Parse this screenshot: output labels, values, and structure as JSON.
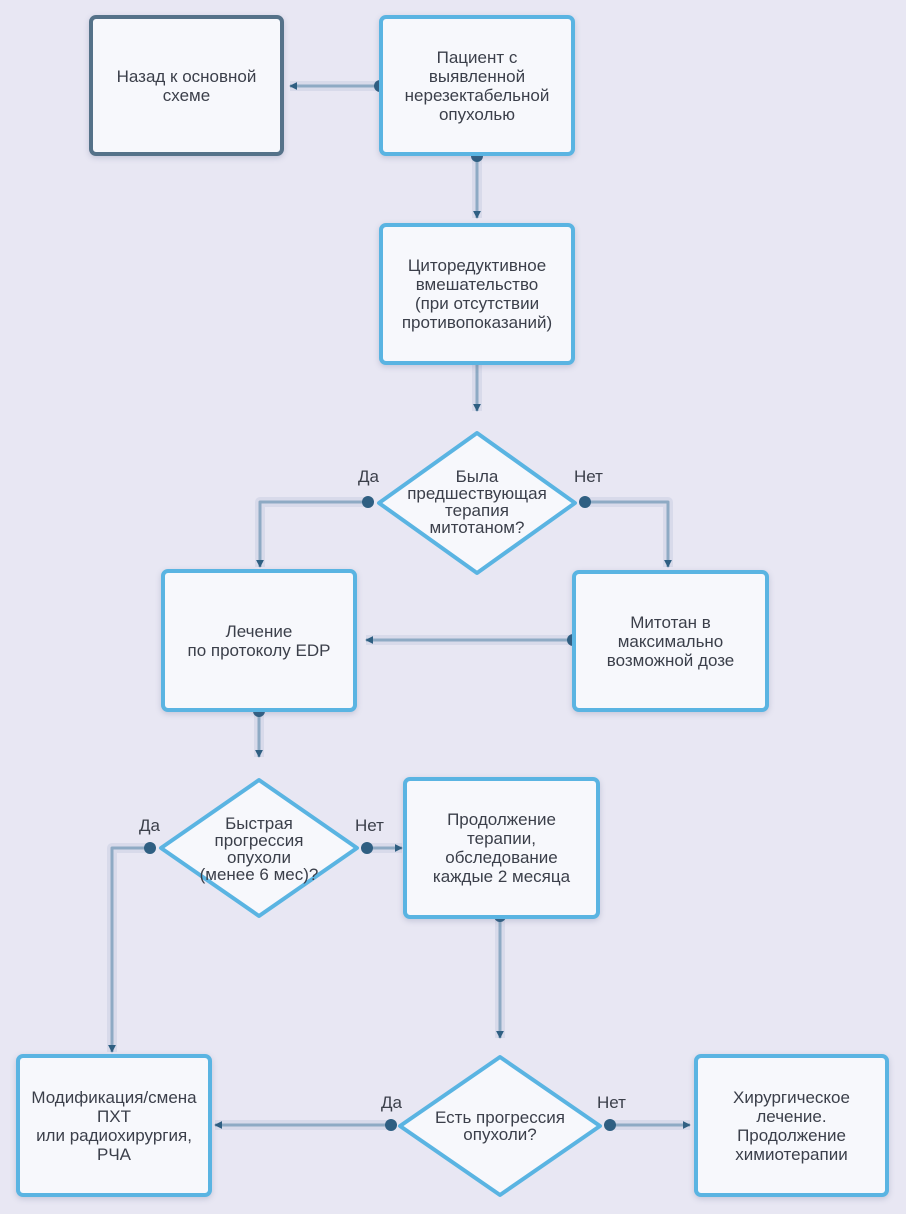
{
  "nodes": {
    "back": "Назад к основной\nсхеме",
    "patient": "Пациент с выявленной\nнерезектабельной\nопухолью",
    "cytoreductive": "Циторедуктивное\nвмешательство\n(при отсутствии\nпротивопоказаний)",
    "prior_therapy": "Была\nпредшествующая\nтерапия\nмитотаном?",
    "edp": "Лечение\nпо протоколу EDP",
    "mitotane": "Митотан в\nмаксимально\nвозможной дозе",
    "rapid_progression": "Быстрая\nпрогрессия\nопухоли\n(менее 6 мес)?",
    "continue": "Продолжение терапии,\nобследование\nкаждые 2 месяца",
    "progression": "Есть прогрессия\nопухоли?",
    "modification": "Модификация/смена\nПХТ\nили радиохирургия,\nРЧА",
    "surgery": "Хирургическое\nлечение.\nПродолжение\nхимиотерапии"
  },
  "edge_labels": {
    "yes": "Да",
    "no": "Нет"
  },
  "colors": {
    "background": "#e8e7f3",
    "box_border": "#5ab4e2",
    "back_border": "#557289",
    "connector": "#8eaac4",
    "connector_halo": "#d8daea",
    "connector_dot": "#2f5f82"
  }
}
